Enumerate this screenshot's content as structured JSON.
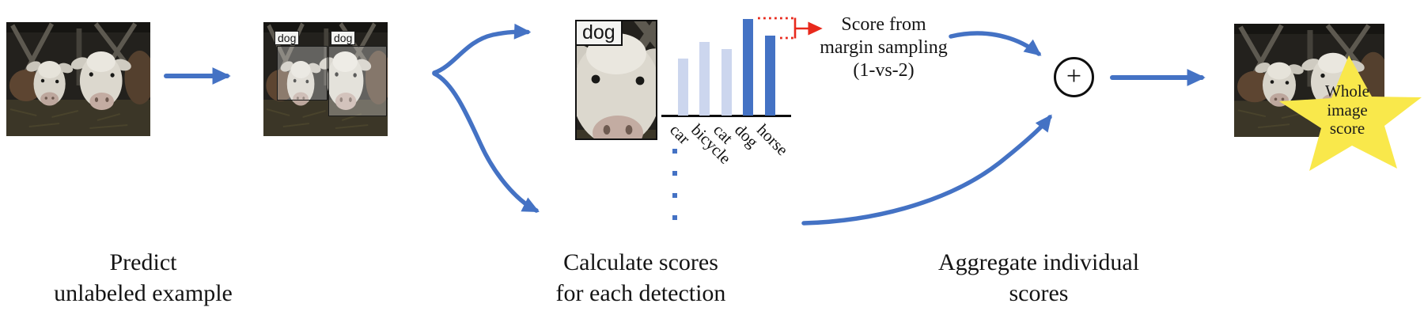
{
  "figure": {
    "type": "pipeline-diagram",
    "description_visible_only": "active-learning scoring pipeline over a cow photo"
  },
  "colors": {
    "arrow_blue": "#4472c4",
    "bar_light": "#ccd6ee",
    "bar_dark": "#4472c4",
    "annotation_red": "#e8291c",
    "star_yellow": "#f9e84b",
    "text": "#141414",
    "axis_black": "#0d0d0d",
    "detection_label_bg": "#f3f3f1",
    "background": "#ffffff"
  },
  "stages": {
    "predict": {
      "caption_line1": "Predict",
      "caption_line2": "unlabeled example"
    },
    "calculate": {
      "caption_line1": "Calculate scores",
      "caption_line2": "for each detection"
    },
    "aggregate": {
      "caption_line1": "Aggregate individual",
      "caption_line2": "scores"
    }
  },
  "detections": {
    "box1_label": "dog",
    "box2_label": "dog",
    "crop_label": "dog"
  },
  "margin_note": {
    "line1": "Score from",
    "line2": "margin sampling",
    "line3": "(1-vs-2)"
  },
  "aggregator": {
    "symbol": "+"
  },
  "star": {
    "line1": "Whole",
    "line2": "image",
    "line3": "score"
  },
  "chart_data": {
    "type": "bar",
    "title": "",
    "xlabel": "",
    "ylabel": "",
    "categories": [
      "car",
      "bicycle",
      "cat",
      "dog",
      "horse"
    ],
    "values": [
      0.3,
      0.39,
      0.35,
      0.51,
      0.42
    ],
    "bar_colors": [
      "#ccd6ee",
      "#ccd6ee",
      "#ccd6ee",
      "#4472c4",
      "#4472c4"
    ],
    "highlighted_top2": [
      "dog",
      "horse"
    ],
    "ylim": [
      0,
      0.61
    ],
    "tick_label_rotation_deg": 45,
    "grid": "off",
    "legend": "none",
    "annotation": {
      "text": "Score from margin sampling (1-vs-2)",
      "color": "#e8291c",
      "marks": "gap between top-2 bars (dog, horse)"
    }
  }
}
